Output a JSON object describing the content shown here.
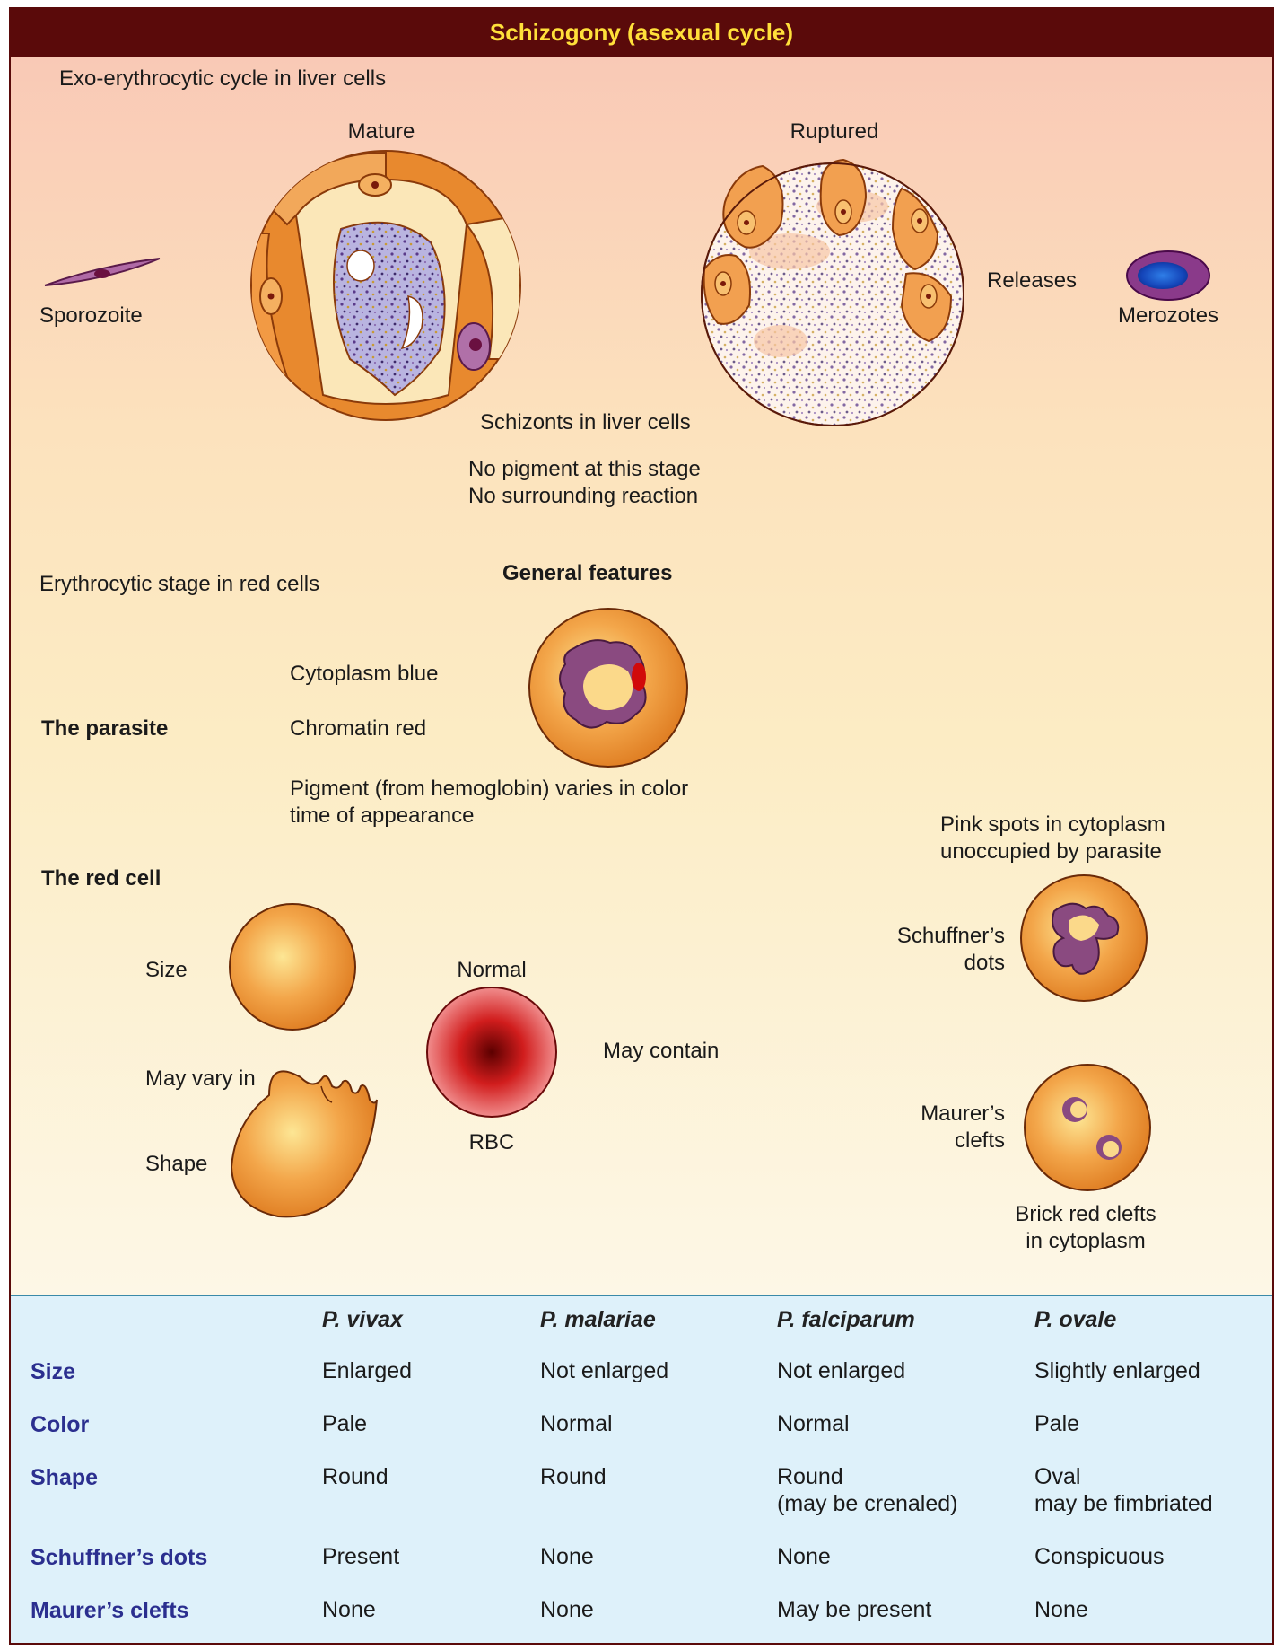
{
  "header": {
    "title": "Schizogony (asexual cycle)"
  },
  "liver": {
    "section_title": "Exo-erythrocytic cycle in liver cells",
    "mature_label": "Mature",
    "ruptured_label": "Ruptured",
    "sporozoite_label": "Sporozoite",
    "releases_label": "Releases",
    "merozoites_label": "Merozotes",
    "schizonts_label": "Schizonts in liver cells",
    "note_line1": "No pigment at this stage",
    "note_line2": "No surrounding reaction"
  },
  "erythrocytic": {
    "section_title": "Erythrocytic stage in red cells",
    "general_features": "General features",
    "parasite_heading": "The parasite",
    "cytoplasm": "Cytoplasm blue",
    "chromatin": "Chromatin red",
    "pigment_line1": "Pigment (from hemoglobin) varies in color",
    "pigment_line2": "time of appearance",
    "red_cell_heading": "The red cell",
    "size_label": "Size",
    "may_vary_label": "May vary in",
    "shape_label": "Shape",
    "normal_label": "Normal",
    "rbc_label": "RBC",
    "may_contain_label": "May contain",
    "pink_line1": "Pink spots in cytoplasm",
    "pink_line2": "unoccupied by parasite",
    "schuffner_line1": "Schuffner’s",
    "schuffner_line2": "dots",
    "maurer_line1": "Maurer’s",
    "maurer_line2": "clefts",
    "brick_line1": "Brick red clefts",
    "brick_line2": "in cytoplasm"
  },
  "table": {
    "columns": [
      "P. vivax",
      "P. malariae",
      "P. falciparum",
      "P. ovale"
    ],
    "rows": [
      {
        "label": "Size",
        "cells": [
          [
            "Enlarged"
          ],
          [
            "Not enlarged"
          ],
          [
            "Not enlarged"
          ],
          [
            "Slightly enlarged"
          ]
        ]
      },
      {
        "label": "Color",
        "cells": [
          [
            "Pale"
          ],
          [
            "Normal"
          ],
          [
            "Normal"
          ],
          [
            "Pale"
          ]
        ]
      },
      {
        "label": "Shape",
        "cells": [
          [
            "Round"
          ],
          [
            "Round"
          ],
          [
            "Round",
            "(may be crenaled)"
          ],
          [
            "Oval",
            "may be fimbriated"
          ]
        ]
      },
      {
        "label": "Schuffner’s dots",
        "cells": [
          [
            "Present"
          ],
          [
            "None"
          ],
          [
            "None"
          ],
          [
            "Conspicuous"
          ]
        ]
      },
      {
        "label": "Maurer’s clefts",
        "cells": [
          [
            "None"
          ],
          [
            "None"
          ],
          [
            "May be present"
          ],
          [
            "None"
          ]
        ]
      }
    ]
  },
  "colors": {
    "header_bg": "#5a0a0a",
    "header_text": "#ffe03a",
    "table_row_label": "#2b2f8f",
    "cell_orange": "#e8892e"
  }
}
